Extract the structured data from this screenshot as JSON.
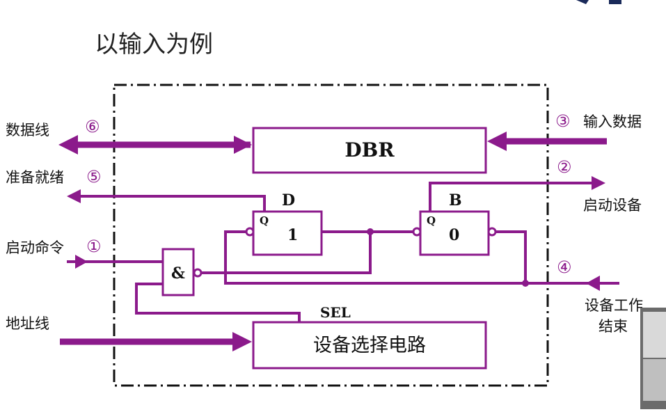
{
  "slide": {
    "subtitle": "以输入为例"
  },
  "diagram": {
    "boxes": {
      "dbr": "DBR",
      "d_flipflop_label": "D",
      "d_flipflop_value": "1",
      "b_flipflop_label": "B",
      "b_flipflop_value": "0",
      "q_label": "Q",
      "and_gate": "&",
      "sel_label": "SEL",
      "device_select": "设备选择电路"
    },
    "signals": {
      "data_line": "数据线",
      "data_line_num": "⑥",
      "ready": "准备就绪",
      "ready_num": "⑤",
      "start_cmd": "启动命令",
      "start_cmd_num": "①",
      "address_line": "地址线",
      "input_data_num": "③",
      "input_data": "输入数据",
      "start_device_num": "②",
      "start_device": "启动设备",
      "work_done_num": "④",
      "work_done_1": "设备工作",
      "work_done_2": "结束"
    },
    "colors": {
      "wire": "#8b1a8b",
      "dashed_border": "#111111"
    }
  }
}
